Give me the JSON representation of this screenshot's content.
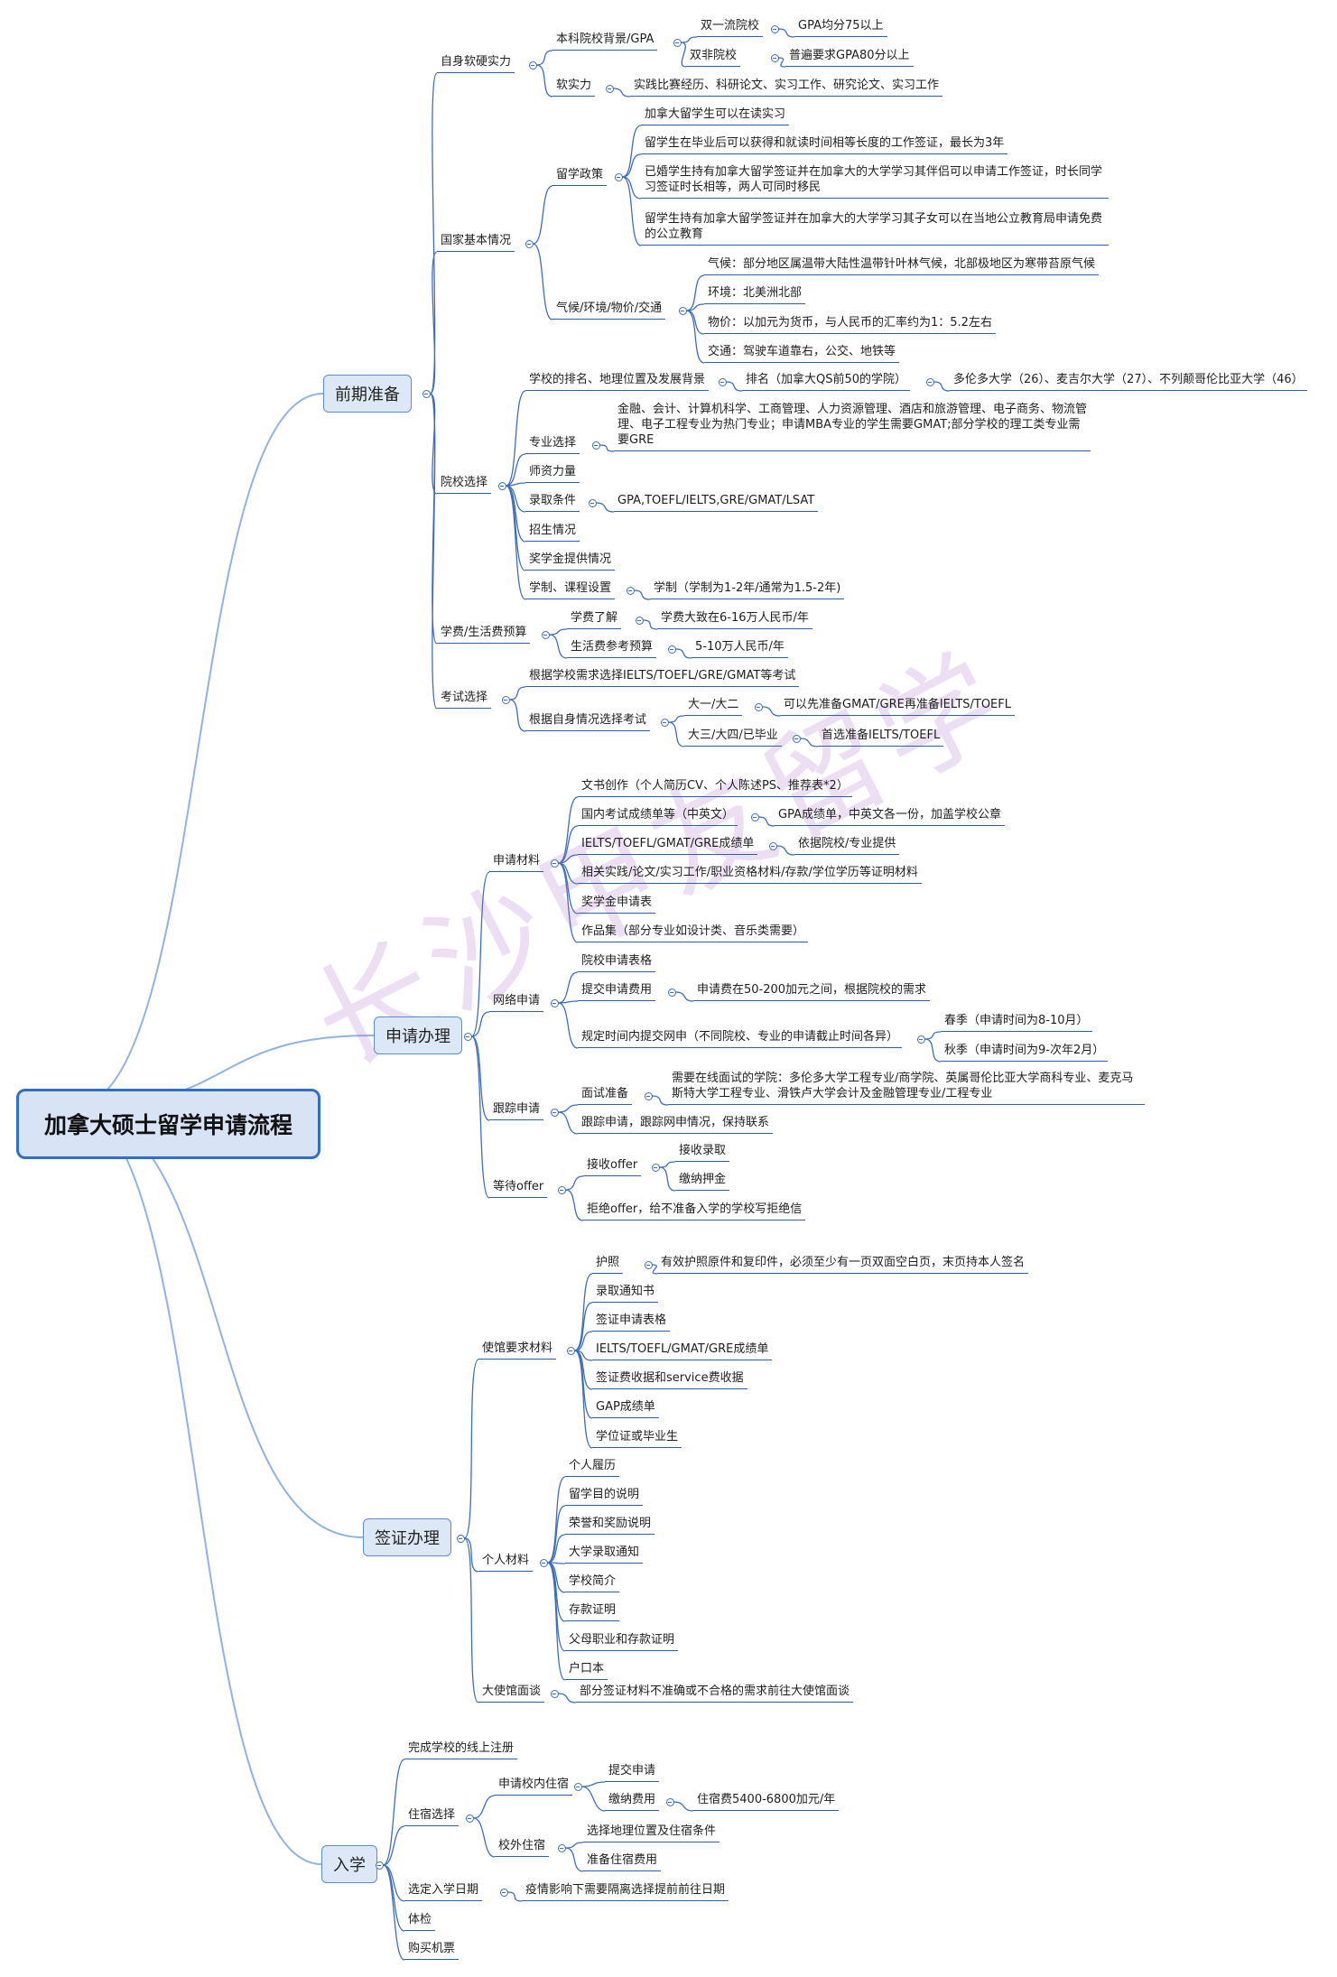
{
  "title": "加拿大硕士留学申请流程",
  "watermark": "长沙甲友留学",
  "sections": {
    "prep": "前期准备",
    "apply": "申请办理",
    "visa": "签证办理",
    "enroll": "入学"
  },
  "labels": {
    "p_soft": "自身软硬实力",
    "p_gpa": "本科院校背景/GPA",
    "p_elite": "双一流院校",
    "p_elite_gpa": "GPA均分75以上",
    "p_nonelite": "双非院校",
    "p_nonelite_gpa": "普遍要求GPA80分以上",
    "p_softskill": "软实力",
    "p_softskill_v": "实践比赛经历、科研论文、实习工作、研究论文、实习工作",
    "p_country": "国家基本情况",
    "p_policy": "留学政策",
    "p_pol1": "加拿大留学生可以在读实习",
    "p_pol2": "留学生在毕业后可以获得和就读时间相等长度的工作签证，最长为3年",
    "p_pol3": "已婚学生持有加拿大留学签证并在加拿大的大学学习其伴侣可以申请工作签证，时长同学习签证时长相等，两人可同时移民",
    "p_pol4": "留学生持有加拿大留学签证并在加拿大的大学学习其子女可以在当地公立教育局申请免费的公立教育",
    "p_climate": "气候/环境/物价/交通",
    "p_cl1": "气候：部分地区属温带大陆性温带针叶林气候，北部极地区为寒带苔原气候",
    "p_cl2": "环境：北美洲北部",
    "p_cl3": "物价：以加元为货币，与人民币的汇率约为1：5.2左右",
    "p_cl4": "交通：驾驶车道靠右，公交、地铁等",
    "p_school": "院校选择",
    "p_rank": "学校的排名、地理位置及发展背景",
    "p_rank2": "排名（加拿大QS前50的学院）",
    "p_rank3": "多伦多大学（26）、麦吉尔大学（27）、不列颠哥伦比亚大学（46）",
    "p_major": "专业选择",
    "p_major_v": "金融、会计、计算机科学、工商管理、人力资源管理、酒店和旅游管理、电子商务、物流管理、电子工程专业为热门专业；申请MBA专业的学生需要GMAT;部分学校的理工类专业需要GRE",
    "p_faculty": "师资力量",
    "p_admit": "录取条件",
    "p_admit_v": "GPA,TOEFL/IELTS,GRE/GMAT/LSAT",
    "p_enroll": "招生情况",
    "p_scholar": "奖学金提供情况",
    "p_system": "学制、课程设置",
    "p_system_v": "学制（学制为1-2年/通常为1.5-2年)",
    "p_budget": "学费/生活费预算",
    "p_tuition": "学费了解",
    "p_tuition_v": "学费大致在6-16万人民币/年",
    "p_living": "生活费参考预算",
    "p_living_v": "5-10万人民币/年",
    "p_exam": "考试选择",
    "p_exam1": "根据学校需求选择IELTS/TOEFL/GRE/GMAT等考试",
    "p_exam2": "根据自身情况选择考试",
    "p_y12": "大一/大二",
    "p_y12_v": "可以先准备GMAT/GRE再准备IELTS/TOEFL",
    "p_y34": "大三/大四/已毕业",
    "p_y34_v": "首选准备IELTS/TOEFL",
    "a_materials": "申请材料",
    "a_m1": "文书创作（个人简历CV、个人陈述PS、推荐表*2）",
    "a_m2": "国内考试成绩单等（中英文）",
    "a_m2v": "GPA成绩单，中英文各一份，加盖学校公章",
    "a_m3": "IELTS/TOEFL/GMAT/GRE成绩单",
    "a_m3v": "依据院校/专业提供",
    "a_m4": "相关实践/论文/实习工作/职业资格材料/存款/学位学历等证明材料",
    "a_m5": "奖学金申请表",
    "a_m6": "作品集（部分专业如设计类、音乐类需要）",
    "a_online": "网络申请",
    "a_o1": "院校申请表格",
    "a_o2": "提交申请费用",
    "a_o2v": "申请费在50-200加元之间，根据院校的需求",
    "a_o3": "规定时间内提交网申（不同院校、专业的申请截止时间各异）",
    "a_spring": "春季（申请时间为8-10月）",
    "a_autumn": "秋季（申请时间为9-次年2月）",
    "a_follow": "跟踪申请",
    "a_interview": "面试准备",
    "a_interview_v": "需要在线面试的学院：多伦多大学工程专业/商学院、英属哥伦比亚大学商科专业、麦克马斯特大学工程专业、滑铁卢大学会计及金融管理专业/工程专业",
    "a_track": "跟踪申请，跟踪网申情况，保持联系",
    "a_offer": "等待offer",
    "a_accept": "接收offer",
    "a_acc1": "接收录取",
    "a_acc2": "缴纳押金",
    "a_reject": "拒绝offer，给不准备入学的学校写拒绝信",
    "v_embassy_mat": "使馆要求材料",
    "v_passport": "护照",
    "v_passport_v": "有效护照原件和复印件，必须至少有一页双面空白页，末页持本人签名",
    "v_e2": "录取通知书",
    "v_e3": "签证申请表格",
    "v_e4": "IELTS/TOEFL/GMAT/GRE成绩单",
    "v_e5": "签证费收据和service费收据",
    "v_e6": "GAP成绩单",
    "v_e7": "学位证或毕业生",
    "v_personal": "个人材料",
    "v_p1": "个人履历",
    "v_p2": "留学目的说明",
    "v_p3": "荣誉和奖励说明",
    "v_p4": "大学录取通知",
    "v_p5": "学校简介",
    "v_p6": "存款证明",
    "v_p7": "父母职业和存款证明",
    "v_p8": "户口本",
    "v_interview": "大使馆面谈",
    "v_interview_v": "部分签证材料不准确或不合格的需求前往大使馆面谈",
    "e_register": "完成学校的线上注册",
    "e_housing": "住宿选择",
    "e_on": "申请校内住宿",
    "e_on1": "提交申请",
    "e_on2": "缴纳费用",
    "e_on2v": "住宿费5400-6800加元/年",
    "e_off": "校外住宿",
    "e_off1": "选择地理位置及住宿条件",
    "e_off2": "准备住宿费用",
    "e_date": "选定入学日期",
    "e_date_v": "疫情影响下需要隔离选择提前前往日期",
    "e_health": "体检",
    "e_ticket": "购买机票"
  }
}
